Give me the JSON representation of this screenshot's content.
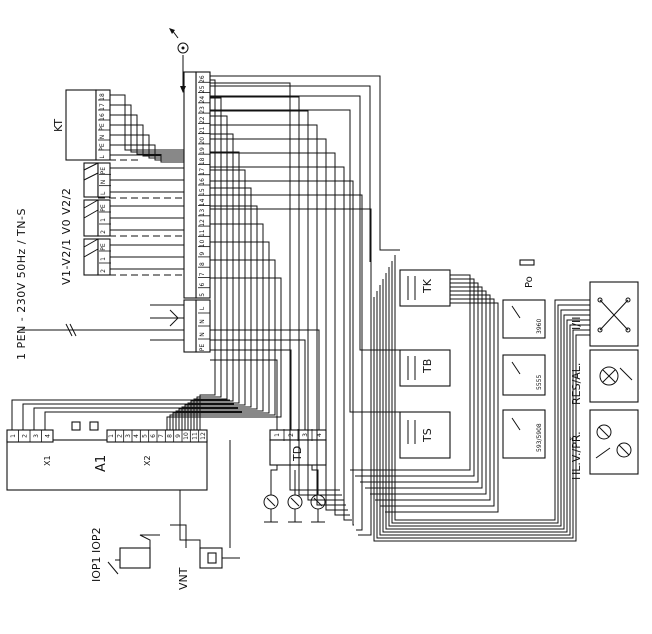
{
  "supply_label": "1 PEN - 230V 50Hz / TN-S",
  "valve_labels": "V1-V2/1 V0  V2/2",
  "kt_label": "KT",
  "a1_label": "A1",
  "x1_label": "X1",
  "x2_label": "X2",
  "td_label": "TD",
  "tk_label": "TK",
  "tb_label": "TB",
  "ts_label": "TS",
  "po_label": "Po",
  "switch_1_label": "I/II",
  "switch_2_label": "RES/AL.",
  "switch_3_label": "HL.V./PŘ.",
  "iop_label": "IOP1 IOP2",
  "vnt_label": "VNT",
  "kt_terminals": [
    "18",
    "17",
    "16",
    "PE",
    "N",
    "PE",
    "L"
  ],
  "valve_block_1_terminals": [
    "PE",
    "N",
    "L"
  ],
  "valve_block_2_terminals": [
    "PE",
    "1",
    "2"
  ],
  "valve_block_3_terminals": [
    "PE",
    "1",
    "2"
  ],
  "main_strip_top": [
    "26",
    "25",
    "24",
    "23",
    "22",
    "21",
    "20",
    "19",
    "18",
    "17",
    "16",
    "15",
    "14",
    "13",
    "12",
    "11",
    "10",
    "9",
    "8",
    "7",
    "6",
    "5"
  ],
  "supply_terminals": [
    "L",
    "N",
    "N",
    "PE"
  ],
  "x1_terminals": [
    "1",
    "2",
    "3",
    "4"
  ],
  "x2_terminals": [
    "1",
    "2",
    "3",
    "4",
    "5",
    "6",
    "7",
    "8",
    "9",
    "10",
    "11",
    "12"
  ],
  "td_terminals": [
    "1",
    "2",
    "3",
    "4"
  ],
  "resistor_codes": [
    "3960",
    "5555",
    "593/5908"
  ]
}
